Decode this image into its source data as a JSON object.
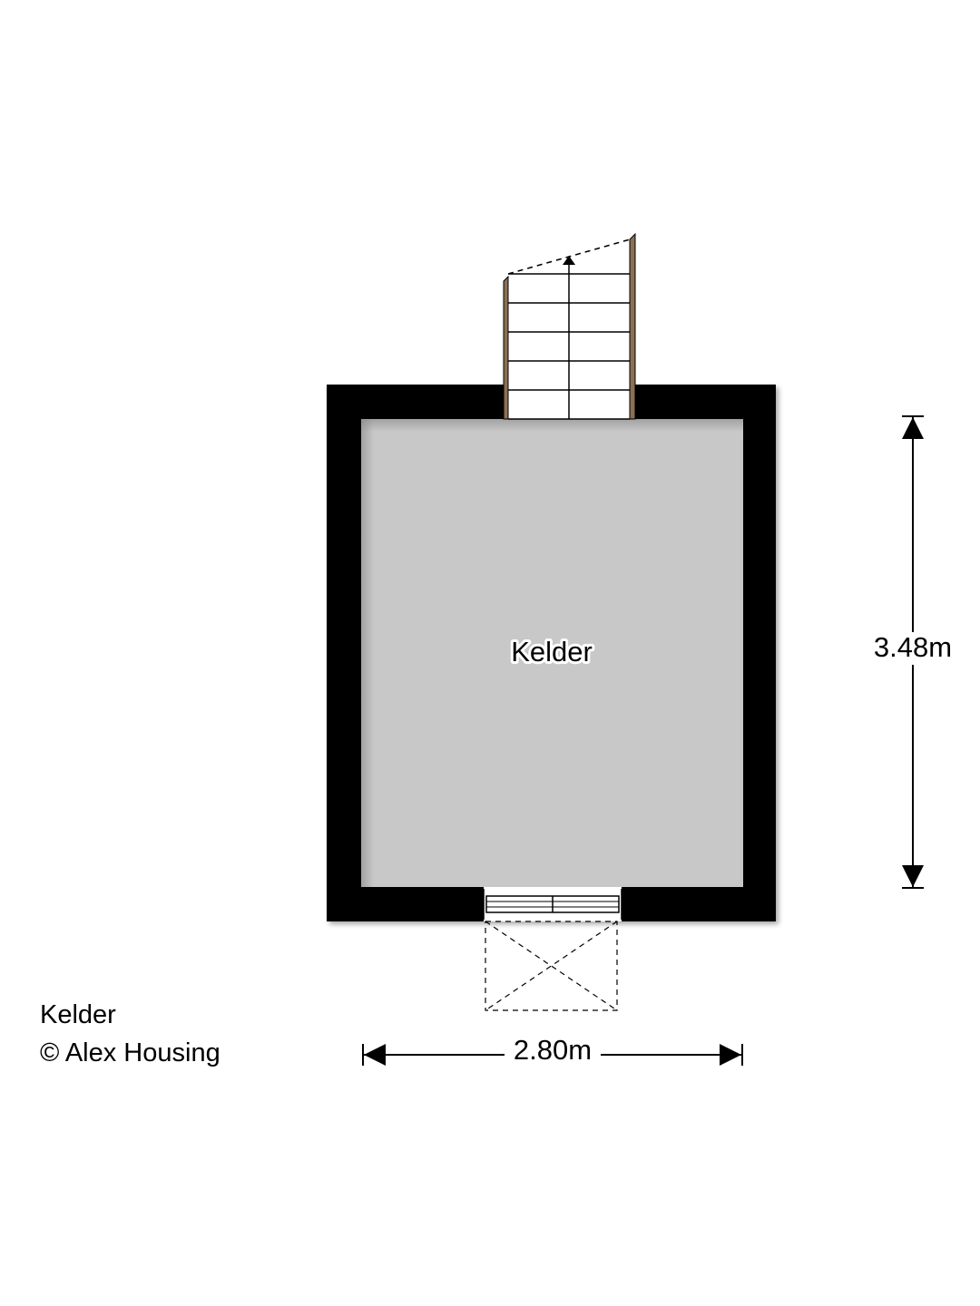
{
  "room": {
    "name": "Kelder",
    "width_label": "2.80m",
    "height_label": "3.48m"
  },
  "caption": {
    "floor_name": "Kelder",
    "copyright": "© Alex Housing"
  },
  "colors": {
    "wall": "#000000",
    "floor": "#c8c8c8",
    "stair_rail": "#8b6f55",
    "background": "#ffffff"
  }
}
